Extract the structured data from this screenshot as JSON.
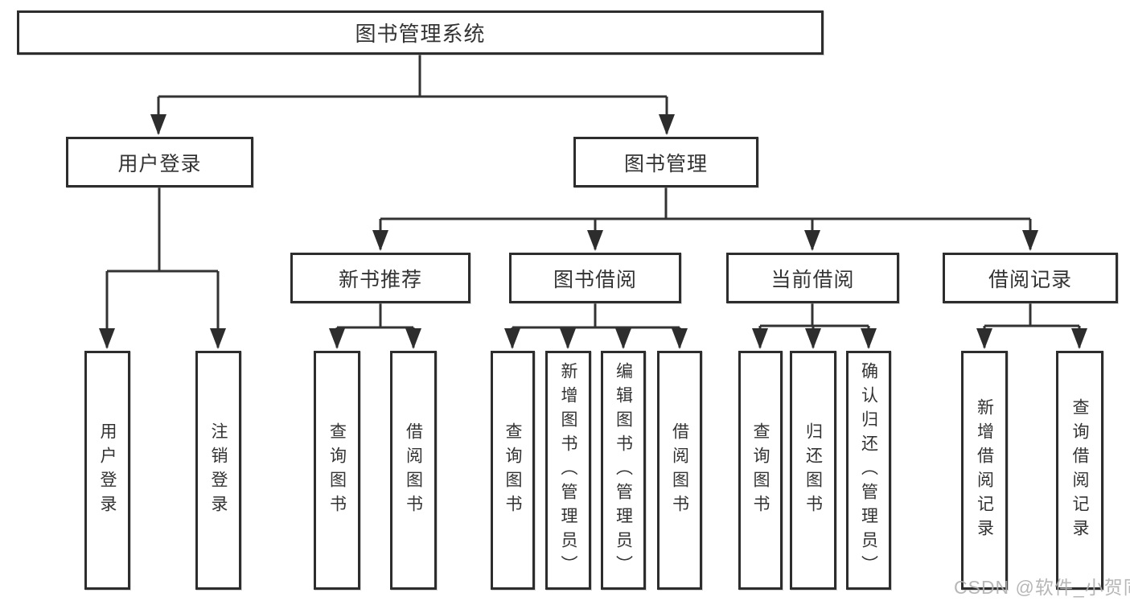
{
  "tree": {
    "label": "图书管理系统",
    "children": [
      {
        "label": "用户登录",
        "children": [
          {
            "label": "用户登录"
          },
          {
            "label": "注销登录"
          }
        ]
      },
      {
        "label": "图书管理",
        "children": [
          {
            "label": "新书推荐",
            "children": [
              {
                "label": "查询图书"
              },
              {
                "label": "借阅图书"
              }
            ]
          },
          {
            "label": "图书借阅",
            "children": [
              {
                "label": "查询图书"
              },
              {
                "label": "新增图书（管理员）"
              },
              {
                "label": "编辑图书（管理员）"
              },
              {
                "label": "借阅图书"
              }
            ]
          },
          {
            "label": "当前借阅",
            "children": [
              {
                "label": "查询图书"
              },
              {
                "label": "归还图书"
              },
              {
                "label": "确认归还（管理员）"
              }
            ]
          },
          {
            "label": "借阅记录",
            "children": [
              {
                "label": "新增借阅记录"
              },
              {
                "label": "查询借阅记录"
              }
            ]
          }
        ]
      }
    ]
  },
  "watermark": "CSDN @软件_小贺同学",
  "colors": {
    "line": "#333333",
    "box_border": "#2d2d2d",
    "text": "#333333",
    "watermark": "#afafaf",
    "background": "#ffffff"
  }
}
